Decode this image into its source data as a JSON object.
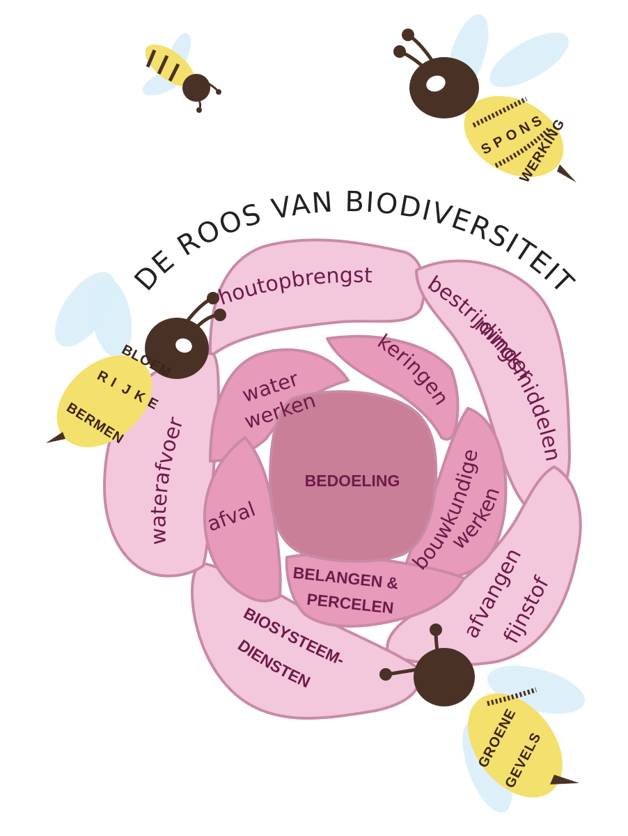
{
  "title": "DE ROOS VAN BIODIVERSITEIT",
  "center": "BEDOELING",
  "outer_petals": {
    "houtopbrengst": "houtopbrengst",
    "minder": "minder",
    "bestrijdingsmiddelen": "bestrijdingsmiddelen",
    "afvangen": "afvangen",
    "fijnstof": "fijnstof",
    "biosysteem": "BIOSYSTEEM-",
    "diensten": "DIENSTEN",
    "waterafvoer": "waterafvoer"
  },
  "inner_petals": {
    "water": "water",
    "werken": "werken",
    "keringen": "keringen",
    "bouwkundige": "bouwkundige",
    "werken2": "werken",
    "belangen": "BELANGEN &",
    "percelen": "PERCELEN",
    "afval": "afval"
  },
  "bees": {
    "spons": [
      "S",
      "P",
      "O",
      "N",
      "S"
    ],
    "werking": "WERKING",
    "bloem": "BLOEM",
    "rijke": [
      "R",
      "I",
      "J",
      "K",
      "E"
    ],
    "bermen": "BERMEN",
    "groene": "GROENE",
    "gevels": "GEVELS"
  },
  "colors": {
    "outer_petal": "#f3c7dc",
    "inner_petal": "#e79ab9",
    "center": "#c97f97",
    "petal_stroke": "#c98aa6",
    "text": "#6e1a4a",
    "bee_yellow": "#f3e06d",
    "bee_brown": "#4a3126",
    "wing": "#d9eef8"
  }
}
